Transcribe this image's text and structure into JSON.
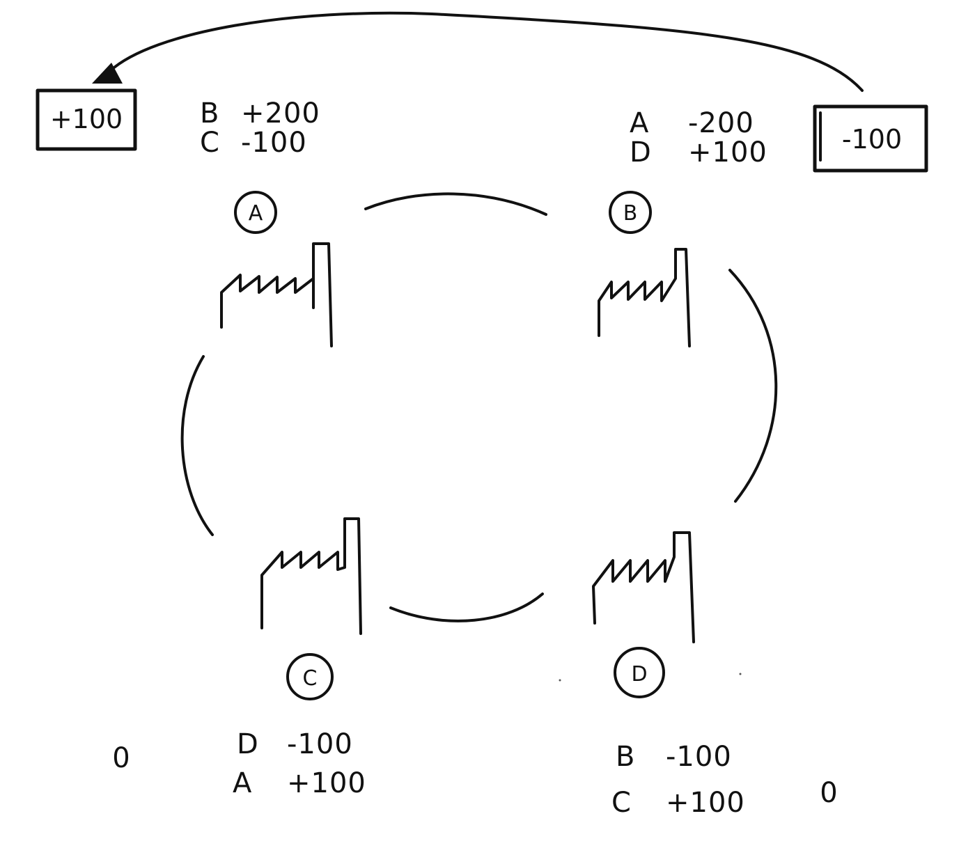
{
  "diagram": {
    "nodes": [
      {
        "id": "A",
        "label": "A"
      },
      {
        "id": "B",
        "label": "B"
      },
      {
        "id": "C",
        "label": "C"
      },
      {
        "id": "D",
        "label": "D"
      }
    ],
    "balances": {
      "A": [
        {
          "party": "B",
          "amount": "+200"
        },
        {
          "party": "C",
          "amount": "-100"
        }
      ],
      "B": [
        {
          "party": "A",
          "amount": "-200"
        },
        {
          "party": "D",
          "amount": "+100"
        }
      ],
      "C": [
        {
          "party": "D",
          "amount": "-100"
        },
        {
          "party": "A",
          "amount": "+100"
        }
      ],
      "D": [
        {
          "party": "B",
          "amount": "-100"
        },
        {
          "party": "C",
          "amount": "+100"
        }
      ]
    },
    "net": {
      "A": "+100",
      "B": "-100",
      "C": "0",
      "D": "0"
    },
    "ink_color": "#111111",
    "background_color": "#ffffff"
  }
}
